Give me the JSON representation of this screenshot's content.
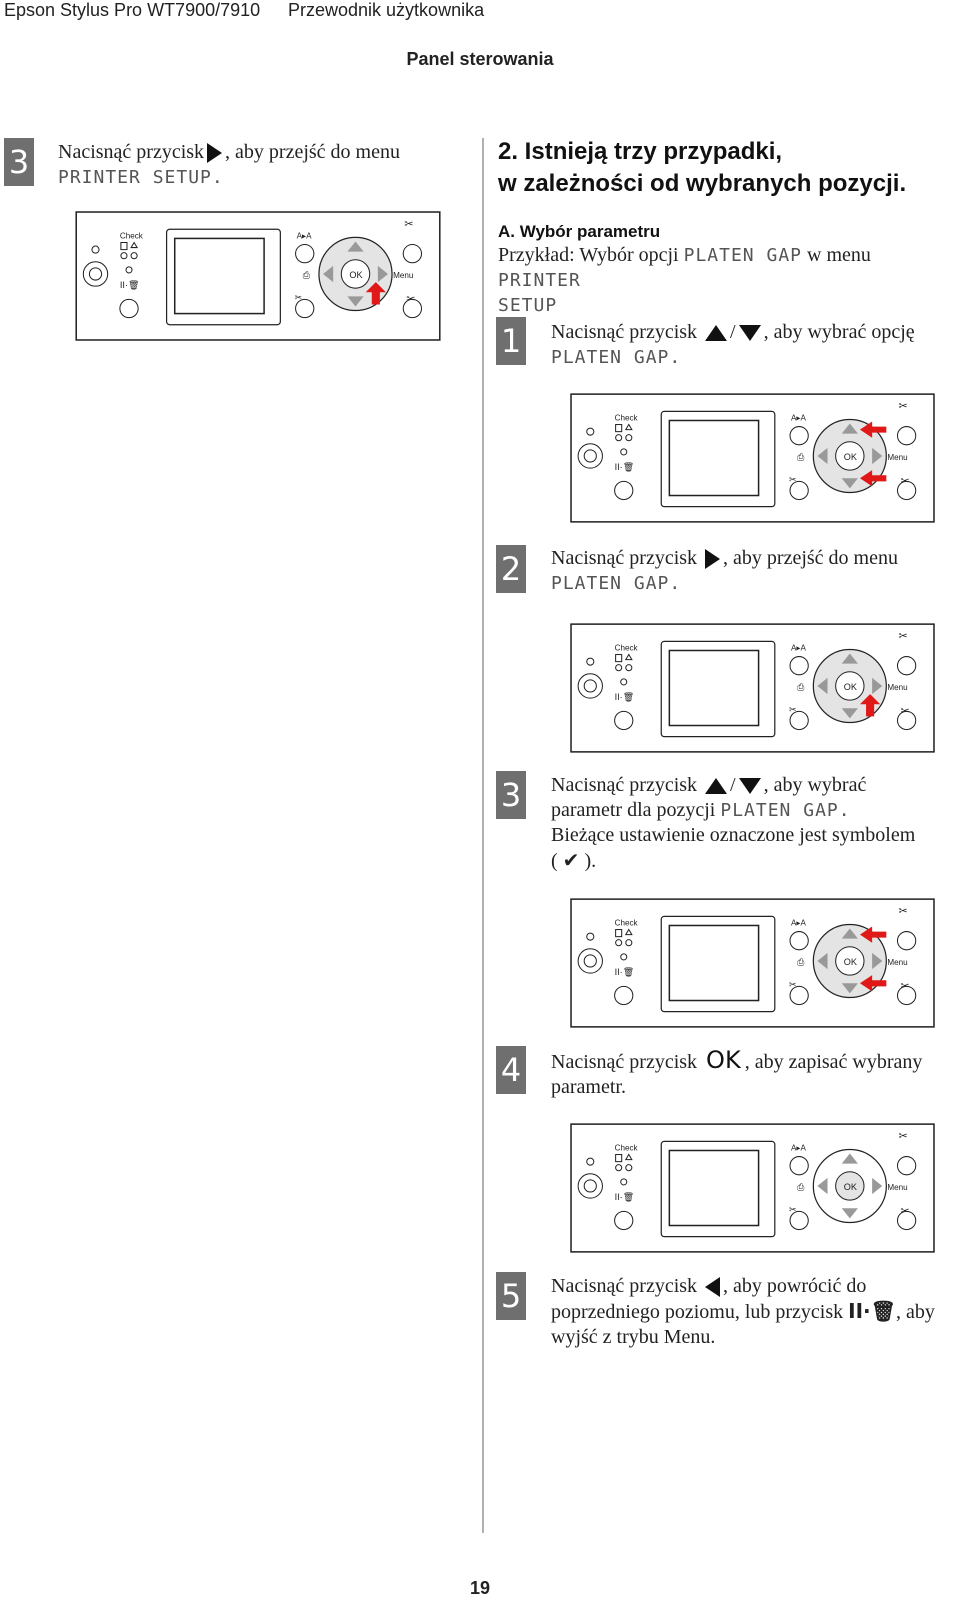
{
  "header": {
    "product": "Epson Stylus Pro WT7900/7910",
    "guide": "Przewodnik użytkownika",
    "section": "Panel sterowania"
  },
  "left": {
    "step": {
      "number": "3",
      "text_before": "Nacisnąć przycisk",
      "text_after": ", aby przejść do menu",
      "menu": "PRINTER SETUP."
    }
  },
  "right": {
    "heading": "2. Istnieją trzy przypadki,",
    "heading2": "w zależności od wybranych pozycji.",
    "case_title": "A. Wybór parametru",
    "example_prefix": "Przykład: Wybór opcji",
    "example_option": "PLATEN GAP",
    "example_mid": "w menu",
    "example_menu1": "PRINTER",
    "example_menu2": "SETUP",
    "steps": [
      {
        "number": "1",
        "t1": "Nacisnąć przycisk",
        "sep": "/",
        "t2": ", aby wybrać opcję",
        "lcd": "PLATEN GAP."
      },
      {
        "number": "2",
        "t1": "Nacisnąć przycisk",
        "t2": ", aby przejść do menu",
        "lcd": "PLATEN GAP."
      },
      {
        "number": "3",
        "t1": "Nacisnąć przycisk",
        "sep": "/",
        "t2": ", aby wybrać",
        "l2a": "parametr dla pozycji",
        "lcd": "PLATEN GAP.",
        "l3": "Bieżące ustawienie oznaczone jest symbolem",
        "l4a": "(",
        "check": "✔",
        "l4b": ")."
      },
      {
        "number": "4",
        "t1": "Nacisnąć przycisk",
        "ok": "OK",
        "t2": ", aby zapisać wybrany",
        "l2": "parametr."
      },
      {
        "number": "5",
        "t1": "Nacisnąć przycisk",
        "t2": ", aby powrócić do",
        "l2a": "poprzedniego poziomu, lub przycisk",
        "pause_icon": "II·🗑",
        "l2b": ", aby",
        "l3": "wyjść z trybu Menu."
      }
    ]
  },
  "panel_labels": {
    "check": "Check",
    "ok": "OK",
    "menu": "Menu",
    "aa": "A▸A"
  },
  "colors": {
    "step_box": "#6f6f6f",
    "arrow": "#e01818",
    "divider": "#b0b0b0"
  },
  "page_number": "19"
}
